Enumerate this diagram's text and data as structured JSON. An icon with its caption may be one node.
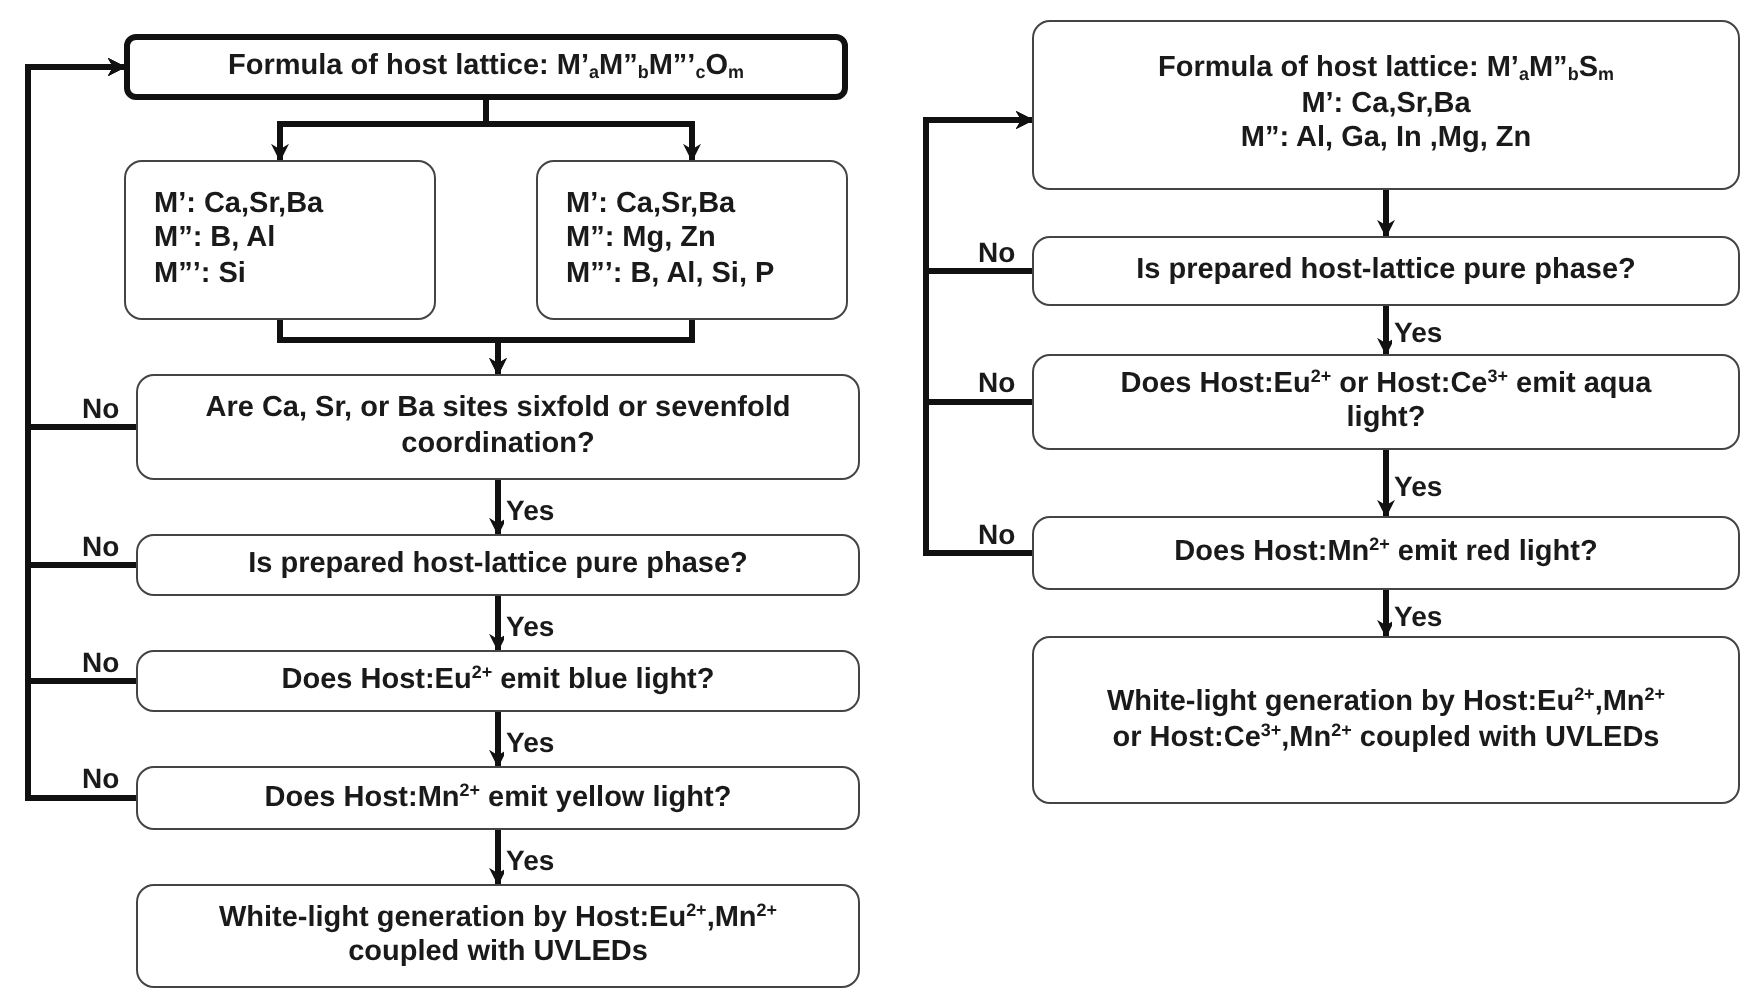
{
  "diagram": {
    "nodes": [
      {
        "text": [
          "Formula of host lattice: M’$_{a}$M”$_{b}$M”’$_{c}$O$_{m}$"
        ]
      },
      {
        "text": [
          "M’: Ca,Sr,Ba",
          "M”: B, Al",
          "M”’: Si"
        ]
      },
      {
        "text": [
          "M’: Ca,Sr,Ba",
          "M”: Mg, Zn",
          "M”’: B, Al, Si, P"
        ]
      },
      {
        "text": [
          "Are Ca, Sr, or Ba sites sixfold or sevenfold coordination?"
        ]
      },
      {
        "text": [
          "Is prepared host-lattice pure phase?"
        ]
      },
      {
        "text": [
          "Does Host:Eu$^{2+}$ emit blue light?"
        ]
      },
      {
        "text": [
          "Does Host:Mn$^{2+}$ emit yellow light?"
        ]
      },
      {
        "text": [
          "White-light generation by Host:Eu$^{2+}$,Mn$^{2+}$ coupled with UVLEDs"
        ]
      },
      {
        "text": [
          "Formula of host lattice: M’$_{a}$M”$_{b}$S$_{m}$",
          "M’: Ca,Sr,Ba",
          "M”: Al, Ga, In ,Mg, Zn"
        ]
      },
      {
        "text": [
          "Is prepared host-lattice pure phase?"
        ]
      },
      {
        "text": [
          "Does Host:Eu$^{2+}$ or Host:Ce$^{3+}$ emit aqua light?"
        ]
      },
      {
        "text": [
          "Does Host:Mn$^{2+}$ emit red light?"
        ]
      },
      {
        "text": [
          "White-light generation by Host:Eu$^{2+}$,Mn$^{2+}$ or Host:Ce$^{3+}$,Mn$^{2+}$ coupled with UVLEDs"
        ]
      }
    ],
    "edges": [
      {
        "from": 0,
        "to": 1,
        "arrow": "to"
      },
      {
        "from": 0,
        "to": 2,
        "arrow": "to"
      },
      {
        "from": 1,
        "to": 3,
        "arrow": "to"
      },
      {
        "from": 2,
        "to": 3,
        "arrow": "to"
      },
      {
        "from": 3,
        "to": 4,
        "arrow": "to",
        "label": "Yes"
      },
      {
        "from": 4,
        "to": 5,
        "arrow": "to",
        "label": "Yes"
      },
      {
        "from": 5,
        "to": 6,
        "arrow": "to",
        "label": "Yes"
      },
      {
        "from": 6,
        "to": 7,
        "arrow": "to",
        "label": "Yes"
      },
      {
        "from": 3,
        "to": 0,
        "arrow": "to",
        "label": "No"
      },
      {
        "from": 4,
        "to": 0,
        "arrow": "to",
        "label": "No"
      },
      {
        "from": 5,
        "to": 0,
        "arrow": "to",
        "label": "No"
      },
      {
        "from": 6,
        "to": 0,
        "arrow": "to",
        "label": "No"
      },
      {
        "from": 8,
        "to": 9,
        "arrow": "to"
      },
      {
        "from": 9,
        "to": 10,
        "arrow": "to",
        "label": "Yes"
      },
      {
        "from": 10,
        "to": 11,
        "arrow": "to",
        "label": "Yes"
      },
      {
        "from": 11,
        "to": 12,
        "arrow": "to",
        "label": "Yes"
      },
      {
        "from": 9,
        "to": 8,
        "arrow": "to",
        "label": "No"
      },
      {
        "from": 10,
        "to": 8,
        "arrow": "to",
        "label": "No"
      },
      {
        "from": 11,
        "to": 8,
        "arrow": "to",
        "label": "No"
      }
    ]
  }
}
